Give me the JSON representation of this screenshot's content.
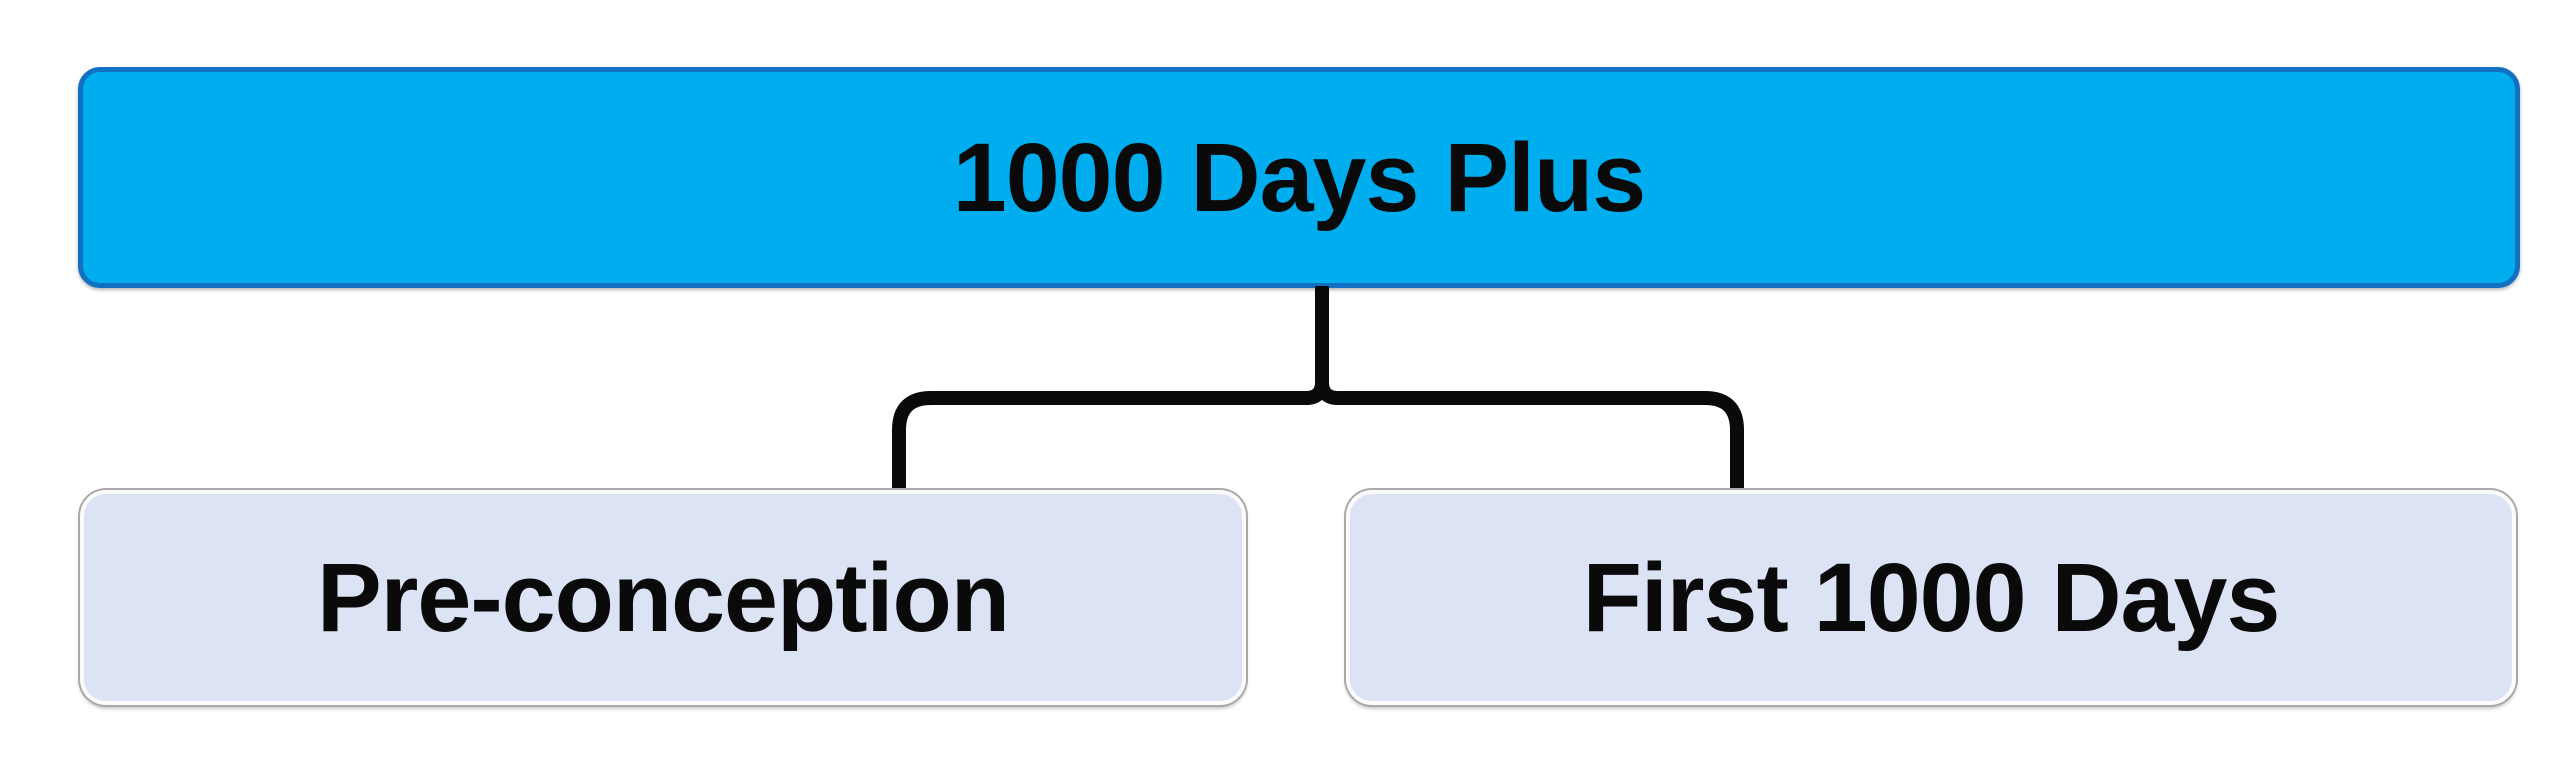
{
  "diagram": {
    "type": "hierarchy",
    "root": {
      "label": "1000 Days Plus",
      "fill_color": "#00AEEF",
      "border_color": "#1270C2",
      "text_color": "#0a0a0a"
    },
    "children": [
      {
        "label": "Pre-conception",
        "fill_color": "#DBE3F4",
        "border_color": "#A9A9A9",
        "text_color": "#0a0a0a"
      },
      {
        "label": "First 1000 Days",
        "fill_color": "#DBE3F4",
        "border_color": "#A9A9A9",
        "text_color": "#0a0a0a"
      }
    ],
    "connector_color": "#0a0a0a"
  }
}
